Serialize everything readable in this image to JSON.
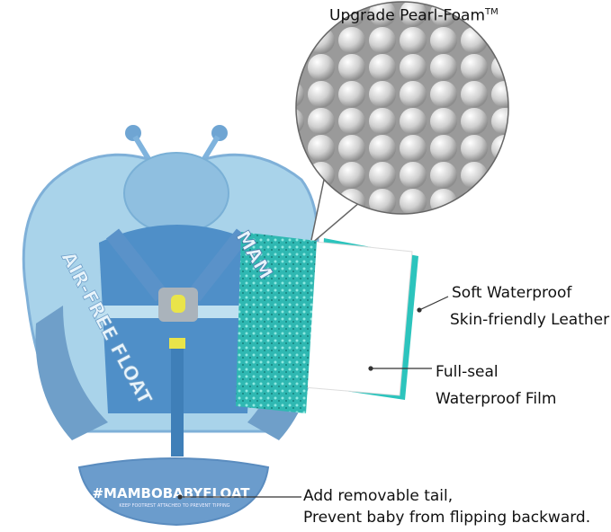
{
  "title": {
    "text": "Upgrade Pearl-Foam",
    "tm": "TM"
  },
  "labels": {
    "leather": [
      "Soft Waterproof",
      "Skin-friendly Leather"
    ],
    "film": [
      "Full-seal",
      "Waterproof Film"
    ],
    "tail": [
      "Add removable tail,",
      "Prevent baby from flipping backward."
    ]
  },
  "product": {
    "side_text": "AIR-FREE FLOAT",
    "side_text_right": "MAM",
    "tail_text": "#MAMBOBABYFLOAT",
    "tail_subtext": "KEEP FOOTREST ATTACHED TO PREVENT TIPPING"
  },
  "colors": {
    "float_light": "#a9d3ea",
    "float_dark": "#6f9fc9",
    "teal": "#2cc4bd",
    "buckle_yellow": "#e9e44a"
  }
}
